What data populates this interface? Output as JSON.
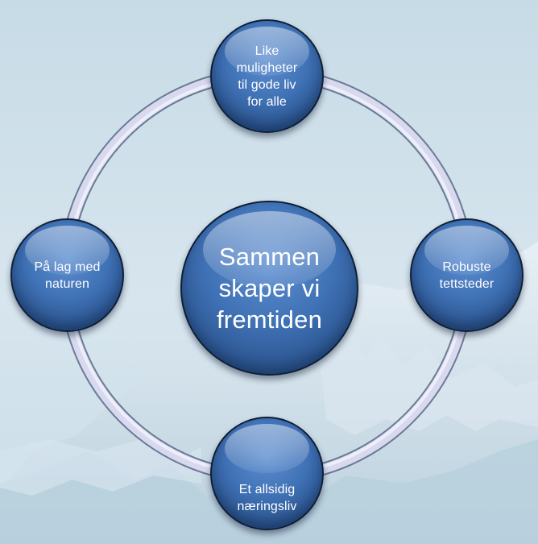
{
  "diagram": {
    "center_label": "Sammen\nskaper   vi\nfremtiden",
    "nodes": {
      "top": "Like\nmuligheter\ntil gode liv\nfor alle",
      "left": "På lag med\nnaturen",
      "right": "Robuste\ntettsteder",
      "bottom": "Et allsidig\nnæringsliv"
    }
  },
  "colors": {
    "node_fill": "#3f71b5",
    "node_outline": "#0f1f36",
    "ring": "#d9dbef",
    "text": "#ffffff",
    "background": "#c9dbe6"
  }
}
